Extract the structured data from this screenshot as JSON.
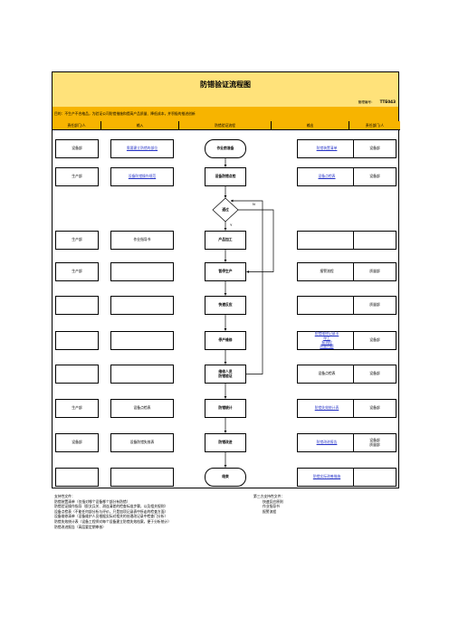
{
  "title": "防错验证流程图",
  "mgmt_label": "管理编号：",
  "mgmt_no": "TTE043",
  "purpose": "目的：不生产不合格品，为验证公司防错措施和提高产品质量、降低成本，并积极的推进创新",
  "columns": [
    "责任部门/人",
    "输入",
    "防错验证流程",
    "输出",
    "责任部门/人"
  ],
  "rows": [
    {
      "left_dept": "设备部",
      "input": "需要建立防错的部位",
      "input_link": true,
      "step": "作业前准备",
      "step_shape": "terminal",
      "output": "防错装置清单",
      "output_link": true,
      "right_dept": "设备部"
    },
    {
      "left_dept": "生产部",
      "input": "设备防错操作规范",
      "input_link": true,
      "step": "设备防错点检",
      "step_shape": "process",
      "output": "设备点检表",
      "output_link": true,
      "right_dept": "设备部"
    },
    {
      "left_dept": "",
      "input": "",
      "input_link": false,
      "step": "通过",
      "step_shape": "decision",
      "output": "",
      "output_link": false,
      "right_dept": ""
    },
    {
      "left_dept": "生产部",
      "input": "作业指导书",
      "input_link": false,
      "step": "产品加工",
      "step_shape": "process",
      "output": "",
      "output_link": false,
      "right_dept": ""
    },
    {
      "left_dept": "生产部",
      "input": "",
      "input_link": false,
      "step": "暂停生产",
      "step_shape": "process",
      "output": "报警流程",
      "output_link": false,
      "right_dept": "质量部"
    },
    {
      "left_dept": "",
      "input": "",
      "input_link": false,
      "step": "快速反应",
      "step_shape": "process",
      "output": "",
      "output_link": false,
      "right_dept": "质量部"
    },
    {
      "left_dept": "",
      "input": "",
      "input_link": false,
      "step": "停产维修",
      "step_shape": "process",
      "output": "防错维修记录卡/停工/报流程/质量问题",
      "output_link": true,
      "right_dept": "设备部"
    },
    {
      "left_dept": "",
      "input": "",
      "input_link": false,
      "step": "维修人员/防错验证",
      "step_shape": "process",
      "output": "设备点检表",
      "output_link": false,
      "right_dept": "设备部"
    },
    {
      "left_dept": "生产部",
      "input": "设备点检表",
      "input_link": false,
      "step": "防错统计",
      "step_shape": "process",
      "output": "防错失效统计表",
      "output_link": true,
      "right_dept": "设备部"
    },
    {
      "left_dept": "设备部",
      "input": "设备防错失效表",
      "input_link": false,
      "step": "防错改进",
      "step_shape": "process",
      "output": "防错改进报告",
      "output_link": true,
      "right_dept": "设备部/质量部"
    },
    {
      "left_dept": "",
      "input": "",
      "input_link": false,
      "step": "结束",
      "step_shape": "terminal",
      "output": "防错实际改善措施",
      "output_link": true,
      "right_dept": ""
    }
  ],
  "branch_labels": {
    "no": "N",
    "yes": "Y"
  },
  "support_docs": {
    "heading": "支持性文件：",
    "lines": [
      "防错装置清单（仅指对哪个设备哪个部分有防错）",
      "防错验证操作指导（即文兵关、测连清差的检查标准步骤，以及相关规则）",
      "设备点检表（不能任何部分析与评价，只是加项记录表中所走的检查方面）",
      "设备维修清单（设备维护人员根据实际对相关的处理改记录中检查门分析）",
      "防错失效统计表（设备工程师对每个设备建立防错失效档案，便于分析统计）",
      "防错改进报告（高层要定期审核）"
    ]
  },
  "third_party_docs": {
    "heading": "第三方支持性文件：",
    "lines": [
      "快速反应原则",
      "作业指导书",
      "报警流程"
    ]
  },
  "colors": {
    "header": "#ffe27a",
    "accent": "#f7b400",
    "link": "#2a37c8"
  }
}
